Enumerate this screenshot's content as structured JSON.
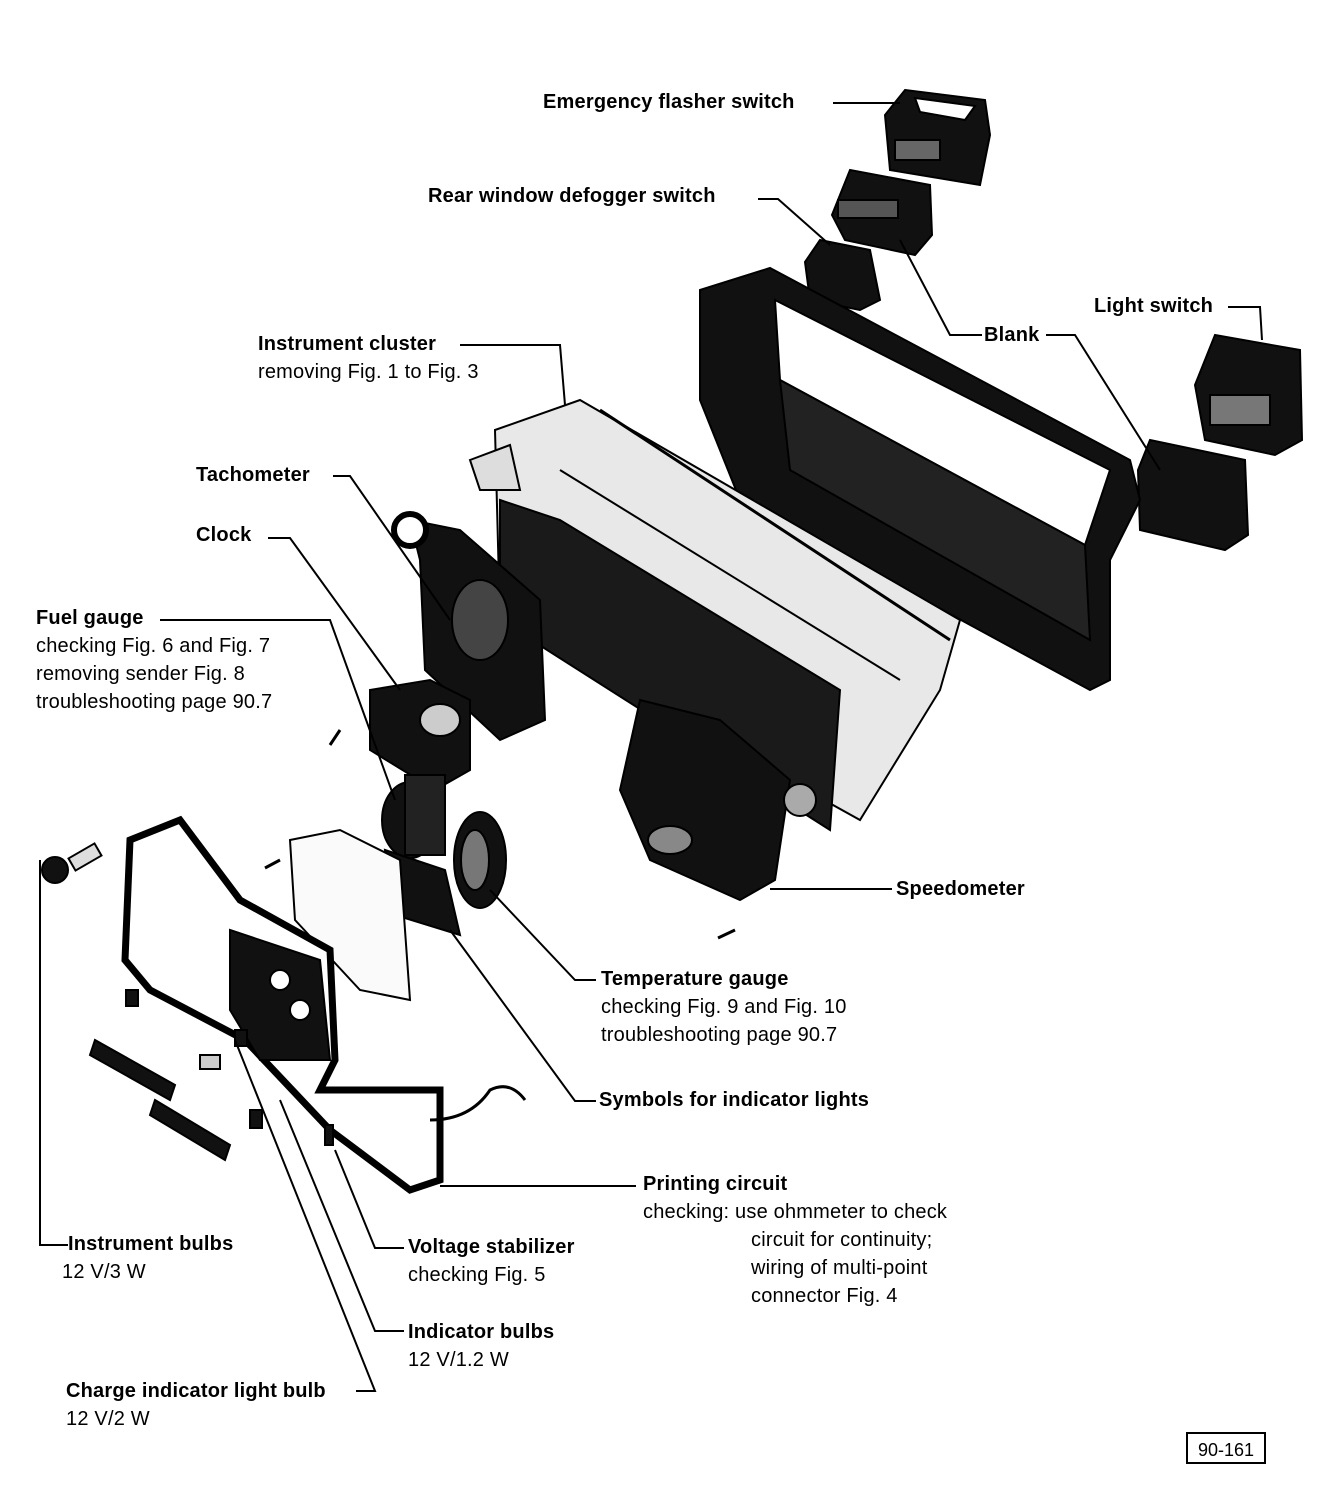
{
  "labels": {
    "flasher": {
      "title": "Emergency flasher switch"
    },
    "defogger": {
      "title": "Rear window defogger switch"
    },
    "light": {
      "title": "Light switch"
    },
    "blank": {
      "title": "Blank"
    },
    "cluster": {
      "title": "Instrument cluster",
      "line1": "removing Fig. 1 to Fig. 3"
    },
    "tacho": {
      "title": "Tachometer"
    },
    "clock": {
      "title": "Clock"
    },
    "fuel": {
      "title": "Fuel gauge",
      "line1": "checking Fig. 6 and Fig. 7",
      "line2": "removing sender Fig. 8",
      "line3": "troubleshooting page 90.7"
    },
    "speedo": {
      "title": "Speedometer"
    },
    "temp": {
      "title": "Temperature gauge",
      "line1": "checking Fig. 9 and Fig. 10",
      "line2": "troubleshooting page 90.7"
    },
    "symbols": {
      "title": "Symbols for indicator lights"
    },
    "printing": {
      "title": "Printing circuit",
      "line1": "checking: use ohmmeter to check",
      "line2": "circuit for continuity;",
      "line3": "wiring of multi-point",
      "line4": "connector Fig. 4"
    },
    "instbulbs": {
      "title": "Instrument bulbs",
      "line1": "12 V/3 W"
    },
    "voltage": {
      "title": "Voltage stabilizer",
      "line1": "checking Fig. 5"
    },
    "indbulbs": {
      "title": "Indicator bulbs",
      "line1": "12 V/1.2 W"
    },
    "charge": {
      "title": "Charge indicator light bulb",
      "line1": "12 V/2 W"
    }
  },
  "figure_number": "90-161"
}
